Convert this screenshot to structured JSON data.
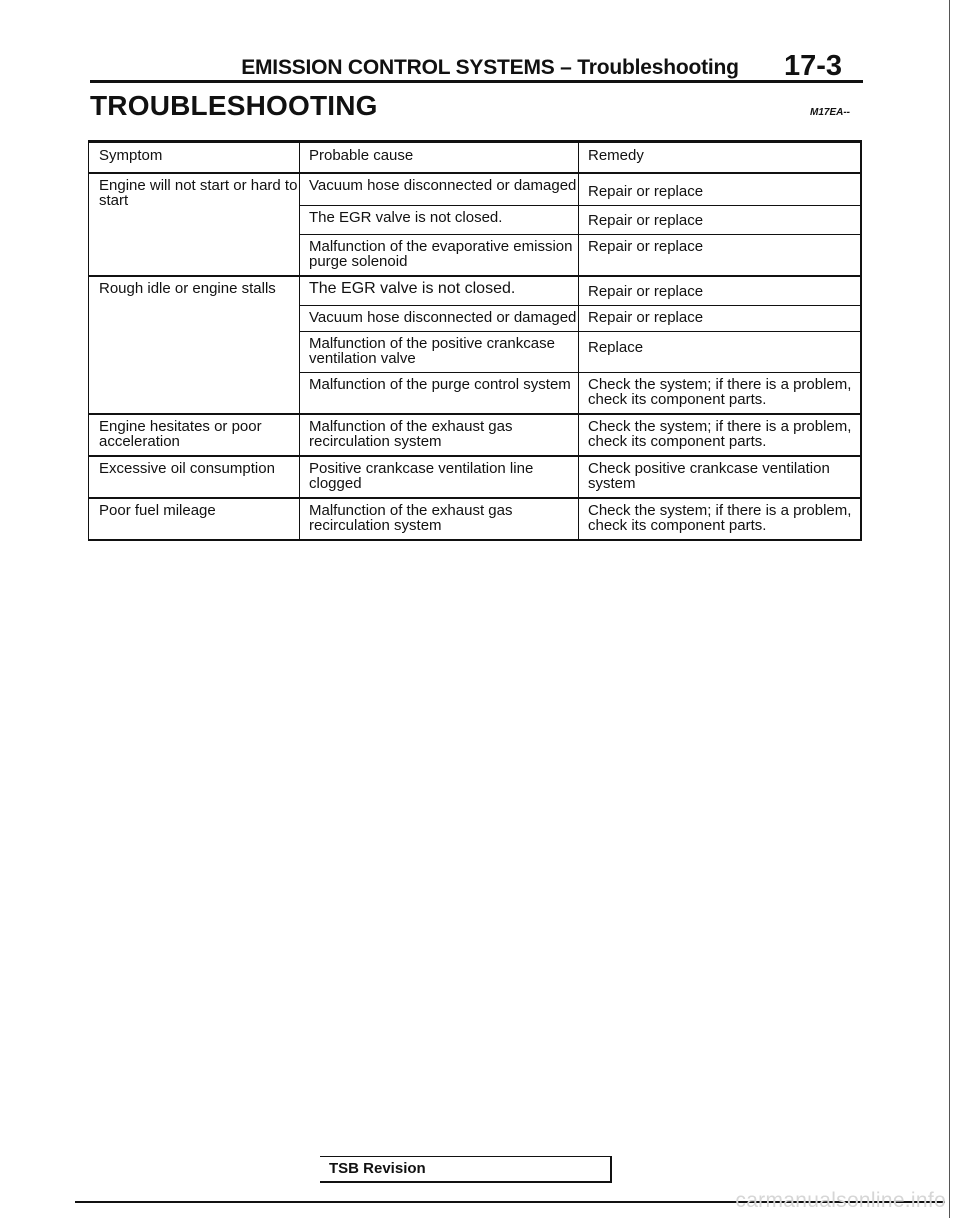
{
  "header": {
    "section_title": "EMISSION CONTROL SYSTEMS – Troubleshooting",
    "page_number": "17-3"
  },
  "heading": {
    "title": "TROUBLESHOOTING",
    "code": "M17EA--"
  },
  "table": {
    "columns": [
      "Symptom",
      "Probable cause",
      "Remedy"
    ],
    "groups": [
      {
        "symptom": "Engine will not start or hard to start",
        "rows": [
          {
            "cause": "Vacuum hose disconnected or damaged",
            "remedy": "Repair or replace"
          },
          {
            "cause": "The EGR valve is not closed.",
            "remedy": "Repair or replace"
          },
          {
            "cause": "Malfunction of the evaporative emission purge solenoid",
            "remedy": "Repair or replace"
          }
        ]
      },
      {
        "symptom": "Rough idle or engine stalls",
        "rows": [
          {
            "cause": "The EGR valve is not closed.",
            "remedy": "Repair or replace"
          },
          {
            "cause": "Vacuum hose disconnected or damaged",
            "remedy": "Repair or replace"
          },
          {
            "cause": "Malfunction of the positive crankcase ventilation valve",
            "remedy": "Replace"
          },
          {
            "cause": "Malfunction of the purge control system",
            "remedy": "Check the system; if there is a problem, check its component parts."
          }
        ]
      },
      {
        "symptom": "Engine hesitates or poor acceleration",
        "rows": [
          {
            "cause": "Malfunction of the exhaust gas recirculation system",
            "remedy": "Check the system; if there is a problem, check its component parts."
          }
        ]
      },
      {
        "symptom": "Excessive oil consumption",
        "rows": [
          {
            "cause": "Positive crankcase ventilation line clogged",
            "remedy": "Check positive crankcase ventilation system"
          }
        ]
      },
      {
        "symptom": "Poor fuel mileage",
        "rows": [
          {
            "cause": "Malfunction of the exhaust gas recirculation system",
            "remedy": "Check the system; if there is a problem, check its component parts."
          }
        ]
      }
    ]
  },
  "footer": {
    "tsb_label": "TSB Revision",
    "watermark": "carmanualsonline.info"
  }
}
